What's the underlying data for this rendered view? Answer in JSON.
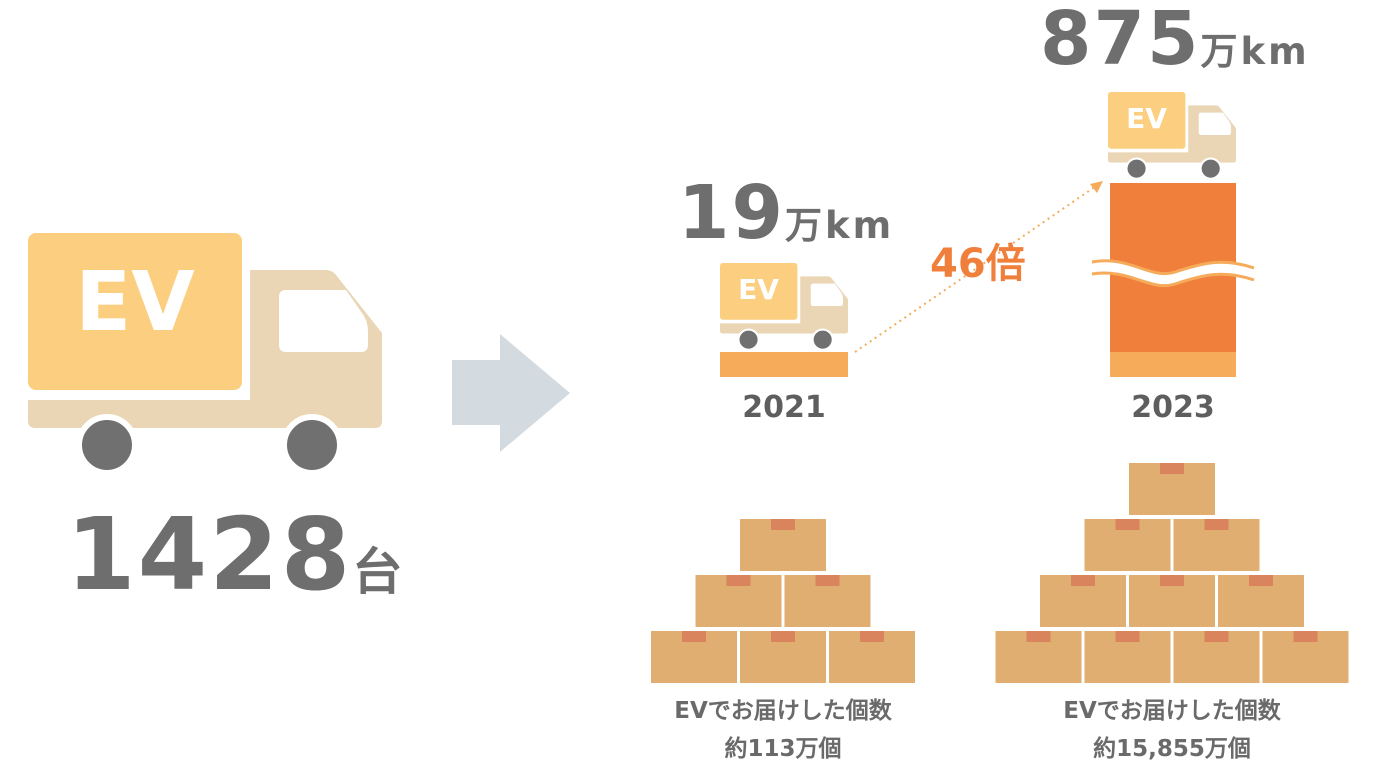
{
  "left": {
    "ev_label": "EV",
    "count": "1428",
    "count_unit": "台"
  },
  "year_2021": {
    "distance": "19",
    "distance_unit": "万km",
    "ev_label": "EV",
    "year": "2021",
    "caption": "EVでお届けした個数",
    "parcels": "約113万個",
    "box_rows": [
      1,
      2,
      3
    ]
  },
  "year_2023": {
    "distance": "875",
    "distance_unit": "万km",
    "ev_label": "EV",
    "year": "2023",
    "caption": "EVでお届けした個数",
    "parcels": "約15,855万個",
    "box_rows": [
      1,
      2,
      3,
      4
    ]
  },
  "growth": {
    "label": "46倍"
  },
  "colors": {
    "cargo": "#fbcf7f",
    "cab": "#ead5b5",
    "wheel": "#707070",
    "bar_dark": "#ef7f3b",
    "bar_light": "#f5ab5a",
    "box": "#dfae70",
    "tape": "#d9845c",
    "arrow": "#d4dbe0",
    "text": "#6e6e6e"
  }
}
